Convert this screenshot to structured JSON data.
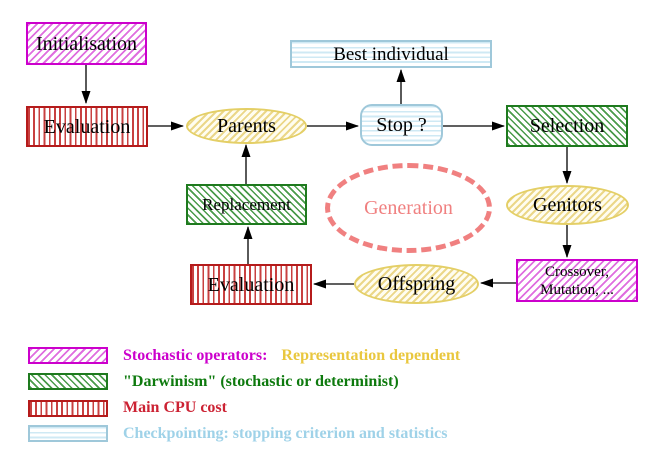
{
  "diagram": {
    "nodes": {
      "initialisation": {
        "label": "Initialisation",
        "style": "magenta-diagonal-hatch"
      },
      "evaluation_top": {
        "label": "Evaluation",
        "style": "red-vertical-stripes"
      },
      "parents": {
        "label": "Parents",
        "style": "yellow-hatched-ellipse"
      },
      "best_individual": {
        "label": "Best individual",
        "style": "cyan-horizontal-stripes"
      },
      "stop": {
        "label": "Stop ?",
        "style": "cyan-horizontal-stripes-rounded"
      },
      "selection": {
        "label": "Selection",
        "style": "green-diagonal-hatch"
      },
      "genitors": {
        "label": "Genitors",
        "style": "yellow-hatched-ellipse"
      },
      "replacement": {
        "label": "Replacement",
        "style": "green-diagonal-hatch"
      },
      "generation": {
        "label": "Generation",
        "style": "coral-dashed-ellipse"
      },
      "evaluation_bottom": {
        "label": "Evaluation",
        "style": "red-vertical-stripes"
      },
      "crossover": {
        "line1": "Crossover,",
        "line2": "Mutation, ...",
        "style": "magenta-diagonal-hatch"
      },
      "offspring": {
        "label": "Offspring",
        "style": "yellow-hatched-ellipse"
      }
    },
    "edges": [
      {
        "from": "initialisation",
        "to": "evaluation_top"
      },
      {
        "from": "evaluation_top",
        "to": "parents"
      },
      {
        "from": "parents",
        "to": "stop"
      },
      {
        "from": "stop",
        "to": "best_individual"
      },
      {
        "from": "stop",
        "to": "selection"
      },
      {
        "from": "selection",
        "to": "genitors"
      },
      {
        "from": "genitors",
        "to": "crossover"
      },
      {
        "from": "crossover",
        "to": "offspring"
      },
      {
        "from": "offspring",
        "to": "evaluation_bottom"
      },
      {
        "from": "evaluation_bottom",
        "to": "replacement"
      },
      {
        "from": "replacement",
        "to": "parents"
      }
    ]
  },
  "legend": {
    "items": [
      {
        "swatch": "magenta-diagonal-hatch",
        "label": "Stochastic operators:",
        "label2": "Representation dependent"
      },
      {
        "swatch": "green-diagonal-hatch",
        "label": "\"Darwinism\" (stochastic or determinist)",
        "label2": ""
      },
      {
        "swatch": "red-vertical-stripes",
        "label": "Main CPU cost",
        "label2": ""
      },
      {
        "swatch": "cyan-horizontal-stripes",
        "label": "Checkpointing: stopping criterion and statistics",
        "label2": ""
      }
    ]
  },
  "colors": {
    "magenta": "#cc00cc",
    "red": "#b51b1b",
    "green": "#1e7a1e",
    "yellow_border": "#e4cf66",
    "cyan_border": "#9fc8da",
    "coral": "#f08080",
    "gold_text": "#e9c73e",
    "green_text": "#0e7a0e",
    "red_text": "#cc2233",
    "cyan_text": "#9fd2e8",
    "ink": "#000000"
  }
}
